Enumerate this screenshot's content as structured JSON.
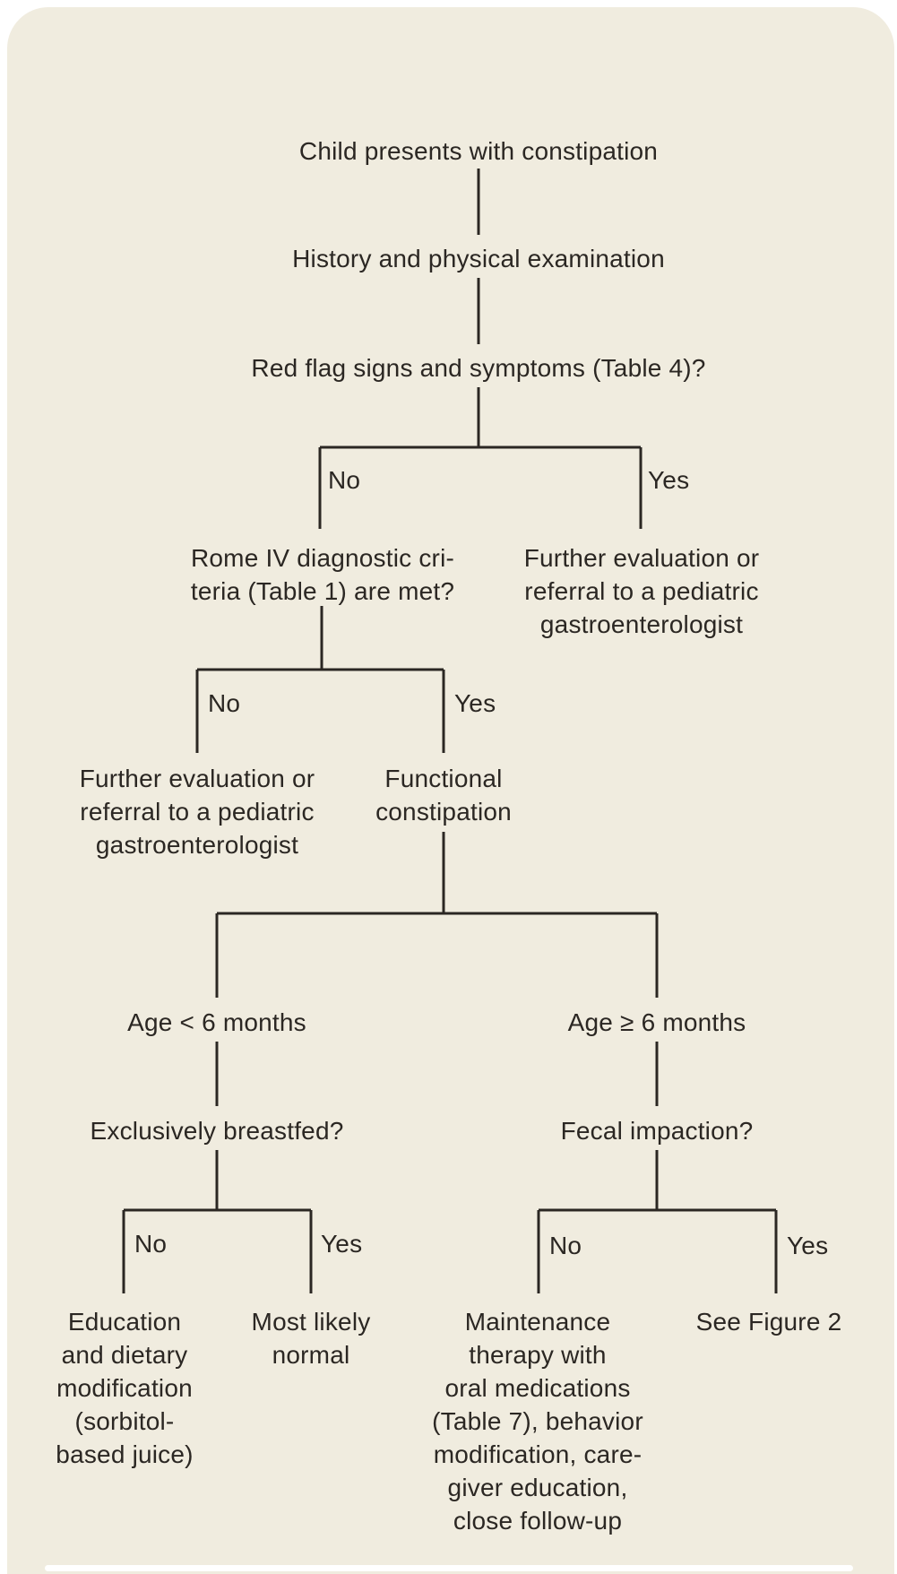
{
  "colors": {
    "background": "#ffffff",
    "panel": "#f0ecdf",
    "ink": "#2b2723",
    "divider": "#ffffff"
  },
  "labels": {
    "no": "No",
    "yes": "Yes"
  },
  "nodes": {
    "start": "Child presents with constipation",
    "history": "History and physical examination",
    "red_flag": "Red flag signs and symptoms (Table 4)?",
    "rome_criteria": "Rome IV diagnostic cri-\nteria (Table 1) are met?",
    "referral_right": "Further evaluation or\nreferral to a pediatric\ngastroenterologist",
    "referral_left": "Further evaluation or\nreferral to a pediatric\ngastroenterologist",
    "functional": "Functional\nconstipation",
    "age_under_6": "Age < 6 months",
    "age_6_or_more": "Age ≥ 6 months",
    "breastfed": "Exclusively breastfed?",
    "fecal_impaction": "Fecal impaction?",
    "education": "Education\nand dietary\nmodification\n(sorbitol-\nbased juice)",
    "most_likely_normal": "Most likely\nnormal",
    "maintenance": "Maintenance\ntherapy with\noral medications\n(Table 7), behavior\nmodification, care-\ngiver education,\nclose follow-up",
    "see_figure_2": "See Figure 2"
  }
}
